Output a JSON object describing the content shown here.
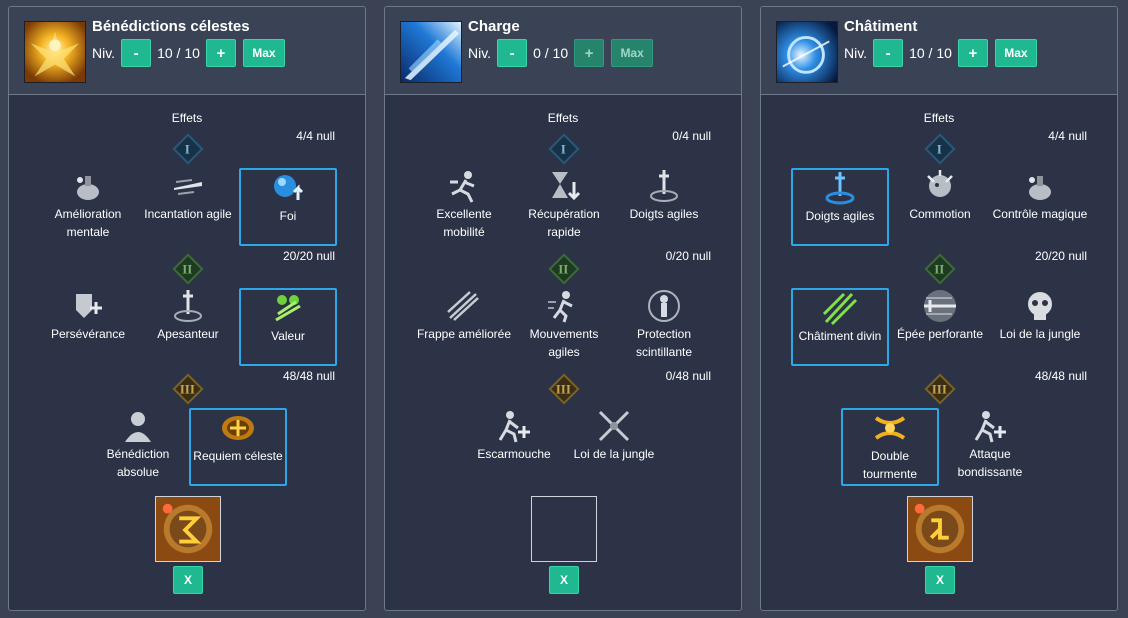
{
  "panels": [
    {
      "name": "Bénédictions célestes",
      "level_label": "Niv.",
      "level": "10 / 10",
      "minus": "-",
      "plus": "+",
      "max": "Max",
      "effects_title": "Effets",
      "tiers": [
        {
          "numeral": "I",
          "count": "4/4 null",
          "items": [
            {
              "label": "Amélioration mentale",
              "icon": "mental-potion-icon",
              "selected": false
            },
            {
              "label": "Incantation agile",
              "icon": "wind-sword-icon",
              "selected": false
            },
            {
              "label": "Foi",
              "icon": "faith-orb-icon",
              "selected": true
            }
          ]
        },
        {
          "numeral": "II",
          "count": "20/20 null",
          "items": [
            {
              "label": "Persévérance",
              "icon": "shield-plus-icon",
              "selected": false
            },
            {
              "label": "Apesanteur",
              "icon": "sword-swirl-icon",
              "selected": false
            },
            {
              "label": "Valeur",
              "icon": "valor-fists-icon",
              "selected": true
            }
          ]
        },
        {
          "numeral": "III",
          "count": "48/48 null",
          "items": [
            {
              "label": "Bénédiction absolue",
              "icon": "person-silhouette-icon",
              "selected": false
            },
            {
              "label": "Requiem céleste",
              "icon": "golden-arrows-icon",
              "selected": true
            }
          ]
        }
      ],
      "rune": "bronze-rune-icon",
      "close": "X"
    },
    {
      "name": "Charge",
      "level_label": "Niv.",
      "level": "0 / 10",
      "minus": "-",
      "plus": "+",
      "max": "Max",
      "effects_title": "Effets",
      "tiers": [
        {
          "numeral": "I",
          "count": "0/4 null",
          "items": [
            {
              "label": "Excellente mobilité",
              "icon": "running-man-icon",
              "selected": false
            },
            {
              "label": "Récupération rapide",
              "icon": "hourglass-down-icon",
              "selected": false
            },
            {
              "label": "Doigts agiles",
              "icon": "sword-swirl-icon",
              "selected": false
            }
          ]
        },
        {
          "numeral": "II",
          "count": "0/20 null",
          "items": [
            {
              "label": "Frappe améliorée",
              "icon": "slash-strike-icon",
              "selected": false
            },
            {
              "label": "Mouvements agiles",
              "icon": "dash-runner-icon",
              "selected": false
            },
            {
              "label": "Protection scintillante",
              "icon": "shielded-person-icon",
              "selected": false
            }
          ]
        },
        {
          "numeral": "III",
          "count": "0/48 null",
          "items": [
            {
              "label": "Escarmouche",
              "icon": "lunge-plus-icon",
              "selected": false
            },
            {
              "label": "Loi de la jungle",
              "icon": "crossed-swords-icon",
              "selected": false
            }
          ]
        }
      ],
      "rune": "",
      "close": "X"
    },
    {
      "name": "Châtiment",
      "level_label": "Niv.",
      "level": "10 / 10",
      "minus": "-",
      "plus": "+",
      "max": "Max",
      "effects_title": "Effets",
      "tiers": [
        {
          "numeral": "I",
          "count": "4/4 null",
          "items": [
            {
              "label": "Doigts agiles",
              "icon": "sword-swirl-icon",
              "selected": true
            },
            {
              "label": "Commotion",
              "icon": "concussion-icon",
              "selected": false
            },
            {
              "label": "Contrôle magique",
              "icon": "mental-potion-icon",
              "selected": false
            }
          ]
        },
        {
          "numeral": "II",
          "count": "20/20 null",
          "items": [
            {
              "label": "Châtiment divin",
              "icon": "green-slash-icon",
              "selected": true
            },
            {
              "label": "Épée perforante",
              "icon": "piercing-sword-icon",
              "selected": false
            },
            {
              "label": "Loi de la jungle",
              "icon": "skull-icon",
              "selected": false
            }
          ]
        },
        {
          "numeral": "III",
          "count": "48/48 null",
          "items": [
            {
              "label": "Double tourmente",
              "icon": "double-vortex-icon",
              "selected": true
            },
            {
              "label": "Attaque bondissante",
              "icon": "lunge-plus-icon",
              "selected": false
            }
          ]
        }
      ],
      "rune": "bronze-rune-icon",
      "close": "X"
    }
  ],
  "colors": {
    "accent": "#1fb890",
    "selected_border": "#2ea7e8",
    "panel_bg": "#2c3346",
    "page_bg": "#3b4253"
  }
}
